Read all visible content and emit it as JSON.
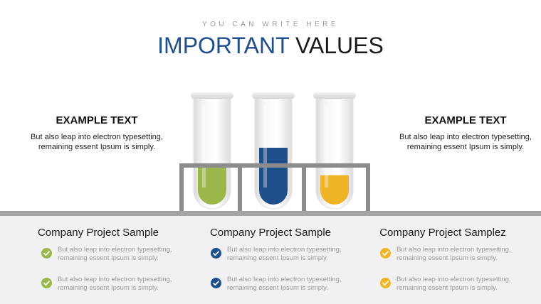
{
  "header": {
    "subtitle": "YOU CAN WRITE HERE",
    "title_part1": "IMPORTANT",
    "title_part2": " VALUES"
  },
  "left_text": {
    "heading": "EXAMPLE TEXT",
    "body": "But also leap into electron typesetting, remaining essent Ipsum is simply."
  },
  "right_text": {
    "heading": "EXAMPLE TEXT",
    "body": "But also leap into electron typesetting, remaining essent Ipsum is simply."
  },
  "columns": [
    {
      "heading": "Company Project Sample",
      "color": "#9db64a",
      "items": [
        "But also leap into electron typesetting, remaining essent Ipsum is simply.",
        "But also leap into electron typesetting, remaining essent Ipsum is simply."
      ]
    },
    {
      "heading": "Company Project Sample",
      "color": "#1f4f8a",
      "items": [
        "But also leap into electron typesetting, remaining essent Ipsum is simply.",
        "But also leap into electron typesetting, remaining essent Ipsum is simply."
      ]
    },
    {
      "heading": "Company Project Samplez",
      "color": "#f0b429",
      "items": [
        "But also leap into electron typesetting, remaining essent Ipsum is simply.",
        "But also leap into electron typesetting, remaining essent Ipsum is simply."
      ]
    }
  ],
  "tubes": [
    {
      "color": "#9db64a",
      "fill_level": 0.42
    },
    {
      "color": "#1f4f8a",
      "fill_level": 0.58
    },
    {
      "color": "#f0b429",
      "fill_level": 0.3
    }
  ],
  "colors": {
    "green": "#9db64a",
    "blue": "#1f4f8a",
    "yellow": "#f0b429",
    "rack": "#8c8c8e"
  }
}
